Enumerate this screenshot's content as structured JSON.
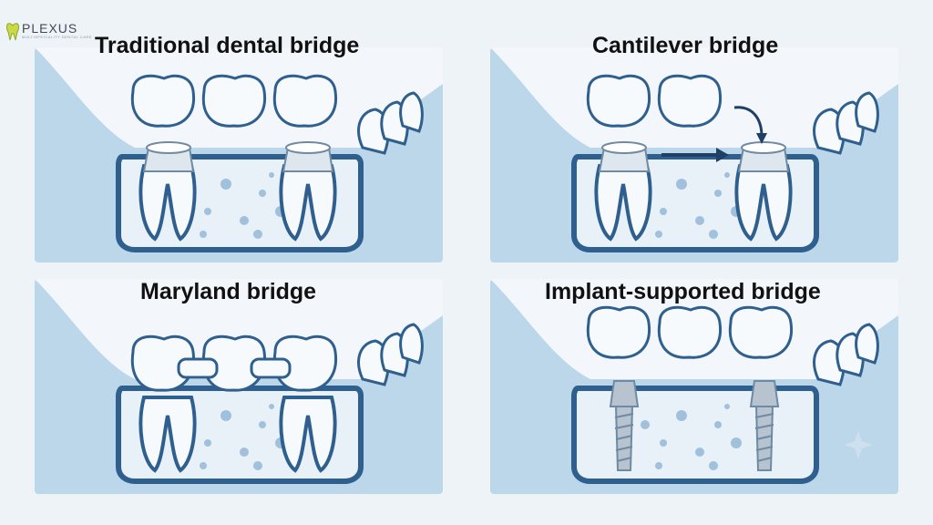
{
  "logo": {
    "name": "PLEXUS",
    "tagline": "MULTISPECIALITY DENTAL CARE"
  },
  "panels": [
    {
      "title": "Traditional dental bridge"
    },
    {
      "title": "Cantilever bridge"
    },
    {
      "title": "Maryland bridge"
    },
    {
      "title": "Implant-supported bridge"
    }
  ],
  "colors": {
    "gum_light": "#bcd6ea",
    "gum_dark": "#2f5f8e",
    "bone": "#e8f1f8",
    "tooth": "#f7fafc",
    "metal": "#b7c4cf",
    "arrow": "#1f3f66"
  }
}
